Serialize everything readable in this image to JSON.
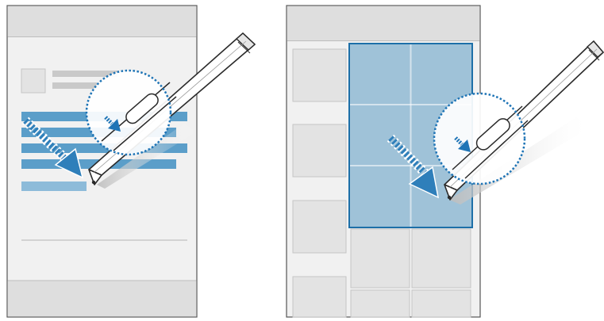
{
  "figure": {
    "panels": [
      {
        "mode": "text-selection",
        "screen": {
          "header": "",
          "footer": ""
        },
        "selected_lines": 5,
        "pen_button_icon": "pen-side-button-arrow-icon",
        "drag_direction_icon": "diagonal-down-right-arrow-icon"
      },
      {
        "mode": "grid-selection",
        "screen": {
          "header": "",
          "footer": ""
        },
        "grid_selection": {
          "columns": 2,
          "rows": 3
        },
        "pen_button_icon": "pen-side-button-arrow-icon",
        "drag_direction_icon": "diagonal-down-right-arrow-icon"
      }
    ]
  },
  "colors": {
    "frame_border": "#555555",
    "screen_bg": "#f1f1f1",
    "bar_bg": "#dedede",
    "placeholder_bg": "#e3e3e3",
    "placeholder_border": "#c5c5c5",
    "line_gray": "#c9c9c9",
    "selection_blue": "#5b9ec9",
    "selection_fill": "#9fc2d8",
    "selection_border": "#1d6fa8",
    "arrow_blue": "#2f7fba",
    "pen_stroke": "#2a2a2a",
    "pen_body": "#ffffff",
    "dotted_circle": "#1e74b6"
  }
}
